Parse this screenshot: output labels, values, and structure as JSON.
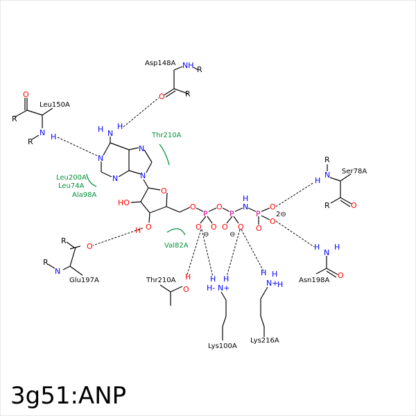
{
  "title": "3g51:ANP",
  "residues": {
    "asp148": "Asp148A",
    "leu150": "Leu150A",
    "thr210_top": "Thr210A",
    "leu200": "Leu200A",
    "leu74": "Leu74A",
    "ala98": "Ala98A",
    "val82": "Val82A",
    "ser78": "Ser78A",
    "glu197": "Glu197A",
    "thr210_bottom": "Thr210A",
    "asn198": "Asn198A",
    "lys100": "Lys100A",
    "lys216": "Lys216A"
  },
  "atoms": {
    "N": "N",
    "O": "O",
    "H": "H",
    "P": "P",
    "R": "R",
    "NH": "NH",
    "HO": "HO",
    "Nplus": "N+",
    "Hminus": "H-",
    "minus": "⊖",
    "two_minus": "2⊖"
  },
  "colors": {
    "nitrogen": "#0000ff",
    "oxygen": "#ff0000",
    "phosphorus": "#d0008f",
    "hydrophobic": "#00913a"
  }
}
